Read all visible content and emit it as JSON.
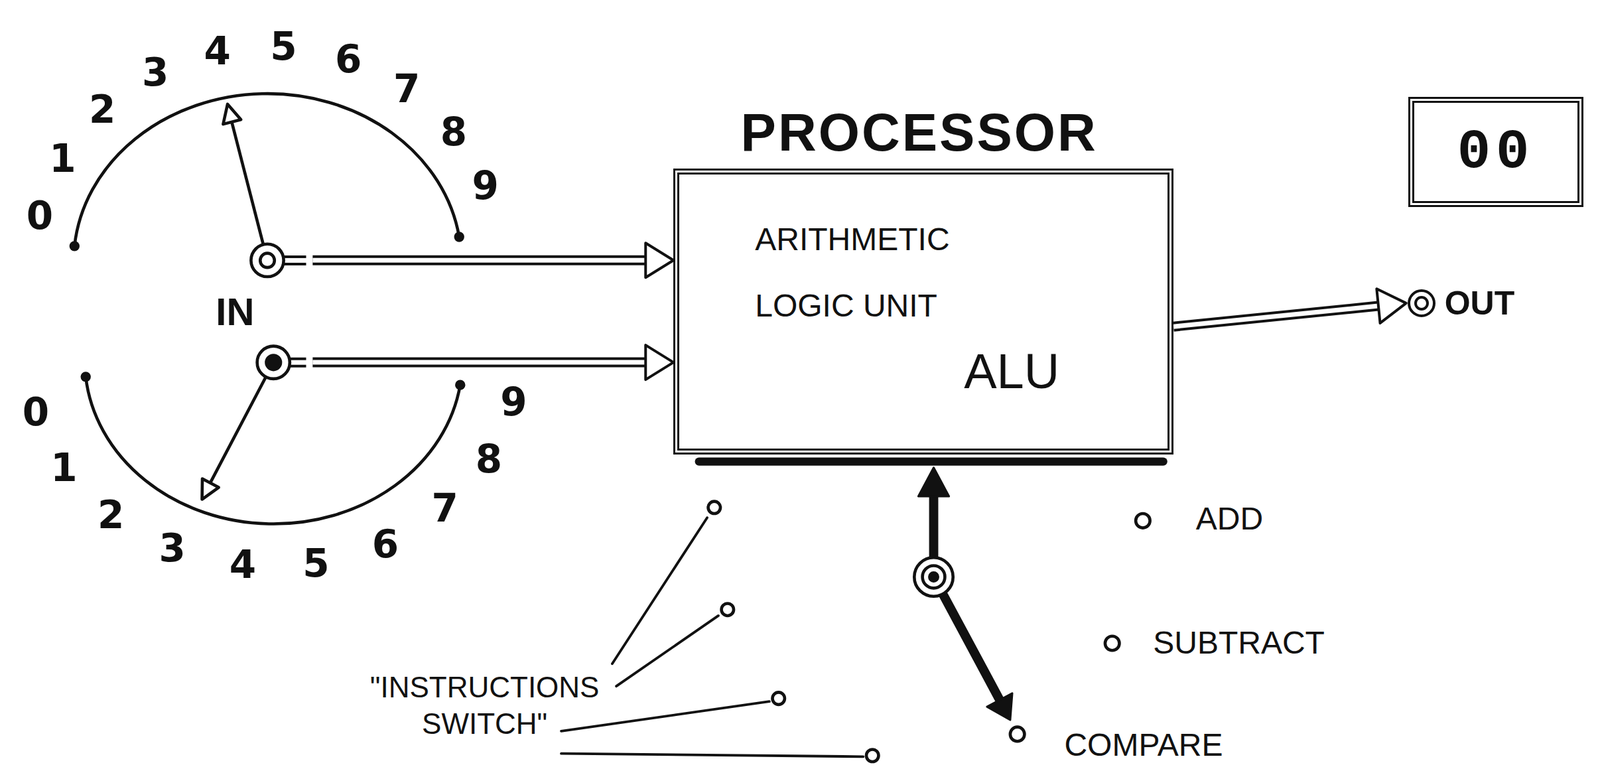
{
  "diagram": {
    "nodes": [
      {
        "text": [
          "IN"
        ]
      },
      {
        "text": [
          "PROCESSOR",
          "ARITHMETIC LOGIC UNIT",
          "ALU"
        ]
      },
      {
        "text": [
          "00"
        ]
      },
      {
        "text": [
          "OUT"
        ]
      }
    ],
    "edges": [
      {
        "from": 0,
        "to": 1,
        "arrow": "to"
      },
      {
        "from": 0,
        "to": 1,
        "arrow": "to"
      },
      {
        "from": 1,
        "to": 3,
        "arrow": "to"
      }
    ],
    "labels": [
      "0",
      "1",
      "2",
      "3",
      "4",
      "5",
      "6",
      "7",
      "8",
      "9",
      "0",
      "1",
      "2",
      "3",
      "4",
      "5",
      "6",
      "7",
      "8",
      "9",
      "ADD",
      "SUBTRACT",
      "COMPARE",
      "\"INSTRUCTIONS SWITCH\""
    ]
  }
}
